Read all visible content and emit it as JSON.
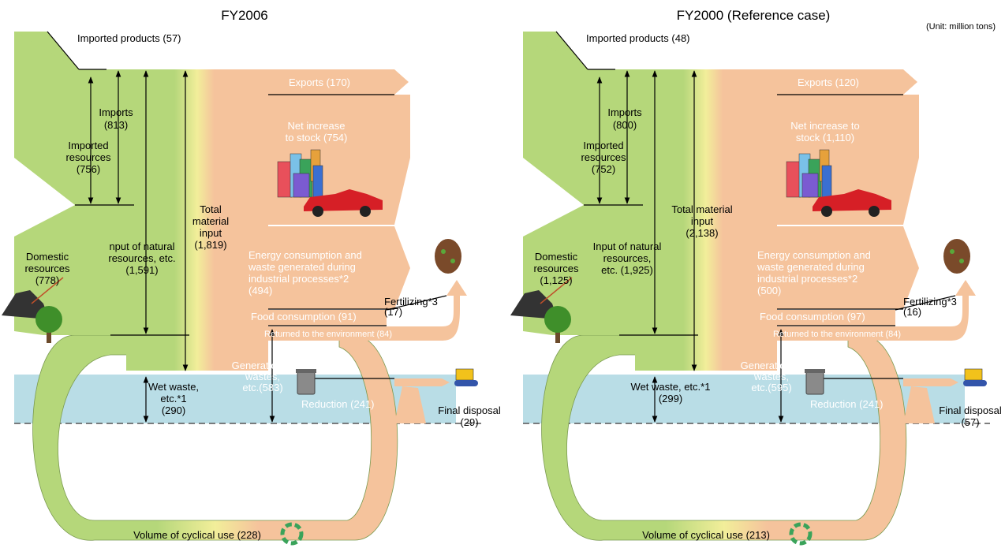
{
  "unit_note": "(Unit: million tons)",
  "panels": [
    {
      "title": "FY2006",
      "imported_products": "Imported products (57)",
      "exports": "Exports (170)",
      "imports_label": "Imports",
      "imports_value": "(813)",
      "imported_resources": [
        "Imported",
        "resources",
        "(756)"
      ],
      "net_increase": [
        "Net increase",
        "to stock (754)"
      ],
      "total_material_input": [
        "Total",
        "material",
        "input",
        "(1,819)"
      ],
      "domestic_resources": [
        "Domestic",
        "resources",
        "(778)"
      ],
      "input_natural": [
        "nput of natural",
        "resources, etc.",
        "(1,591)"
      ],
      "energy": [
        "Energy consumption and",
        "waste generated during",
        "industrial processes*2",
        "(494)"
      ],
      "food": "Food consumption (91)",
      "fertilizing": [
        "Fertilizing*3",
        "(17)"
      ],
      "returned": "Returned to the environment (84)",
      "generation": [
        "Generation of",
        "wastes,",
        "etc.(583)"
      ],
      "wet_waste": [
        "Wet waste,",
        "etc.*1",
        "(290)"
      ],
      "reduction": "Reduction (241)",
      "final_disposal": [
        "Final disposal",
        "(29)"
      ],
      "cyclical": "Volume of cyclical use (228)"
    },
    {
      "title": "FY2000 (Reference case)",
      "imported_products": "Imported products (48)",
      "exports": "Exports (120)",
      "imports_label": "Imports",
      "imports_value": "(800)",
      "imported_resources": [
        "Imported",
        "resources",
        "(752)"
      ],
      "net_increase": [
        "Net increase to",
        "stock (1,110)"
      ],
      "total_material_input": [
        "Total material",
        "input",
        "(2,138)"
      ],
      "domestic_resources": [
        "Domestic",
        "resources",
        "(1,125)"
      ],
      "input_natural": [
        "Input of natural",
        "resources,",
        "etc. (1,925)"
      ],
      "energy": [
        "Energy consumption and",
        "waste generated during",
        "industrial processes*2",
        "(500)"
      ],
      "food": "Food consumption (97)",
      "fertilizing": [
        "Fertilizing*3",
        "(16)"
      ],
      "returned": "Returned to the environment (84)",
      "generation": [
        "Generation of",
        "wastes,",
        "etc.(595)"
      ],
      "wet_waste": [
        "Wet waste, etc.*1",
        "(299)"
      ],
      "reduction": "Reduction (241)",
      "final_disposal": [
        "Final disposal",
        "(57)"
      ],
      "cyclical": "Volume of cyclical use (213)"
    }
  ],
  "colors": {
    "green": "#b5d77a",
    "peach": "#f5c39c",
    "water": "#b9dde6",
    "yellow": "#f2ee9a"
  },
  "icons": [
    "city-buildings-icon",
    "red-car-icon",
    "compost-icon",
    "coal-pile-icon",
    "tree-icon",
    "trash-can-icon",
    "bulldozer-icon",
    "recycle-ring-icon"
  ]
}
